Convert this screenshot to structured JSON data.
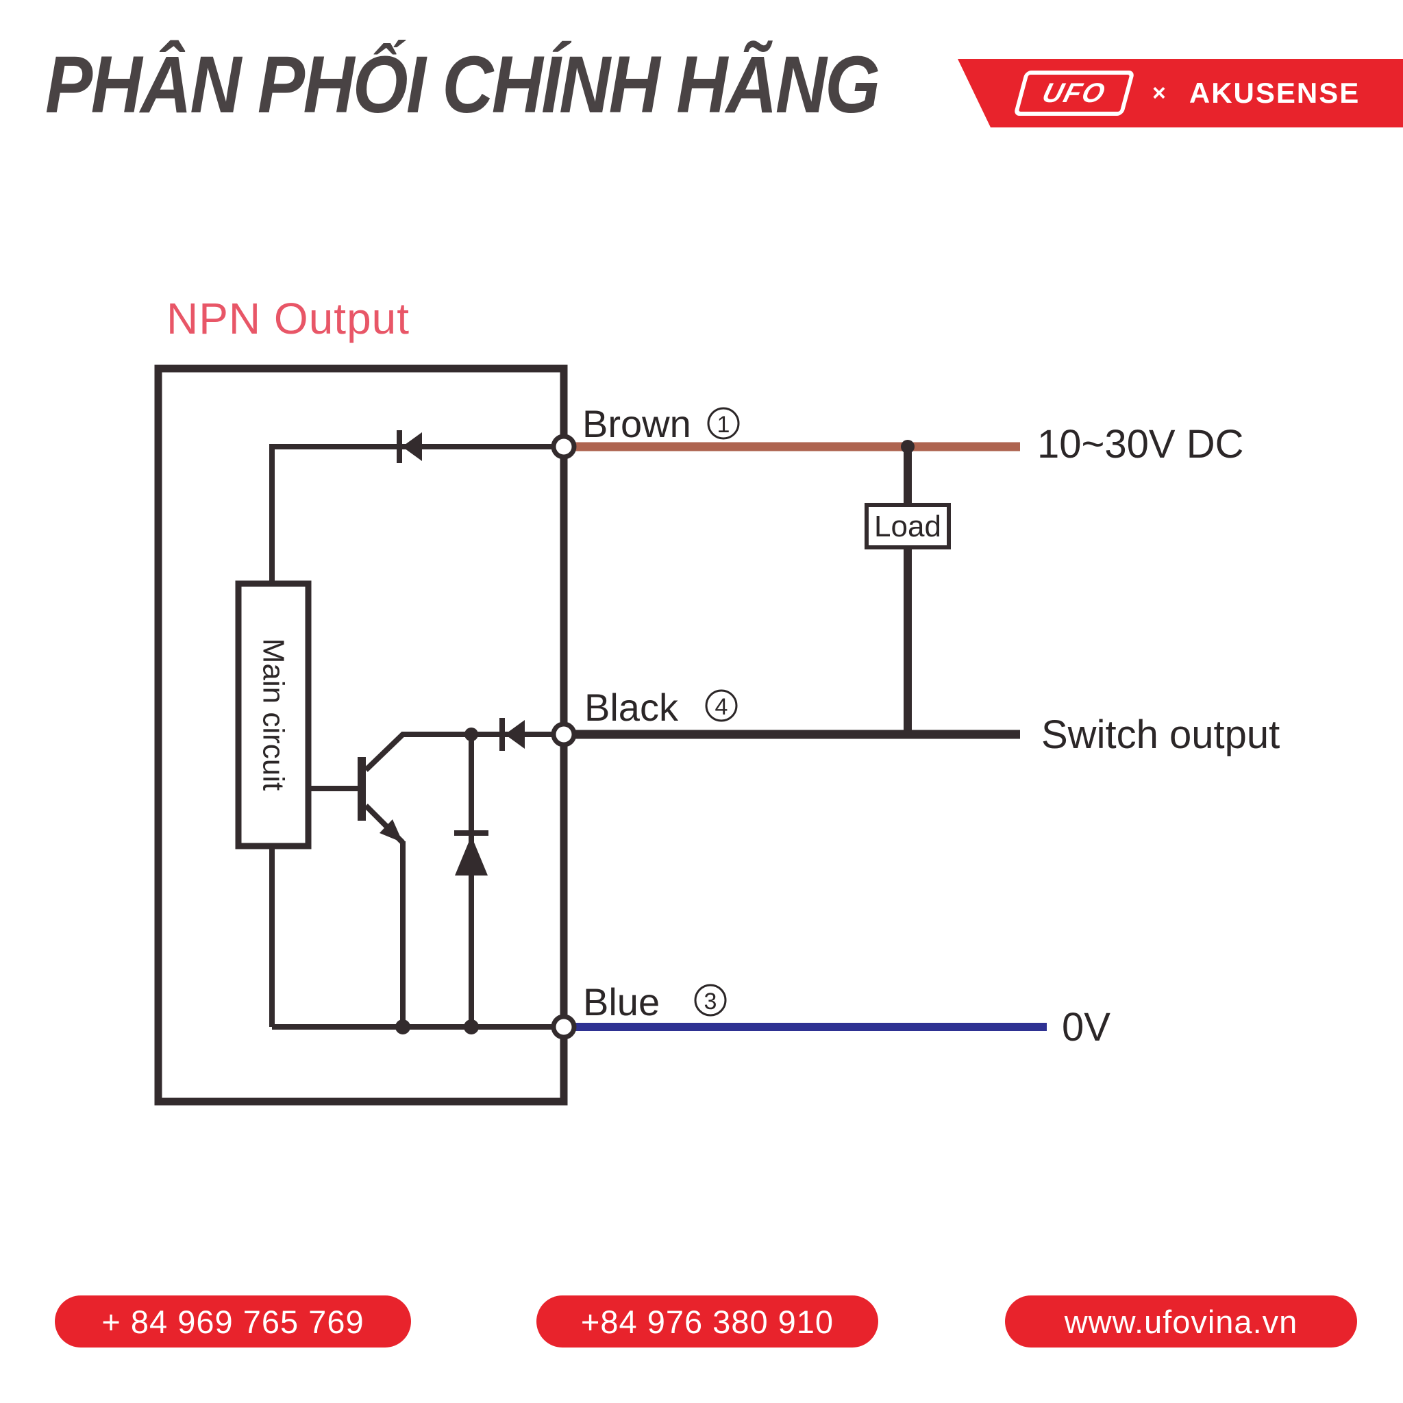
{
  "header": {
    "title": "PHÂN PHỐI CHÍNH HÃNG",
    "badge": {
      "ufo_logo": "UFO",
      "separator": "×",
      "partner": "AKUSENSE"
    }
  },
  "diagram": {
    "title": "NPN Output",
    "main_circuit_label": "Main circuit",
    "load_label": "Load",
    "wires": [
      {
        "name": "brown",
        "label": "Brown",
        "pin": "1",
        "terminal_text": "10~30V DC",
        "color": "#ae6450"
      },
      {
        "name": "black",
        "label": "Black",
        "pin": "4",
        "terminal_text": "Switch output",
        "color": "#332b2d"
      },
      {
        "name": "blue",
        "label": "Blue",
        "pin": "3",
        "terminal_text": "0V",
        "color": "#2e3192"
      }
    ]
  },
  "footer": {
    "contacts": [
      {
        "text": "+ 84 969 765 769"
      },
      {
        "text": "+84 976 380 910"
      },
      {
        "text": "www.ufovina.vn"
      }
    ]
  },
  "colors": {
    "accent_red": "#e8232c",
    "title_text": "#494344",
    "diagram_pink": "#e85667",
    "line_dark": "#332b2d",
    "brown_wire": "#ae6450",
    "blue_wire": "#2e3192"
  }
}
